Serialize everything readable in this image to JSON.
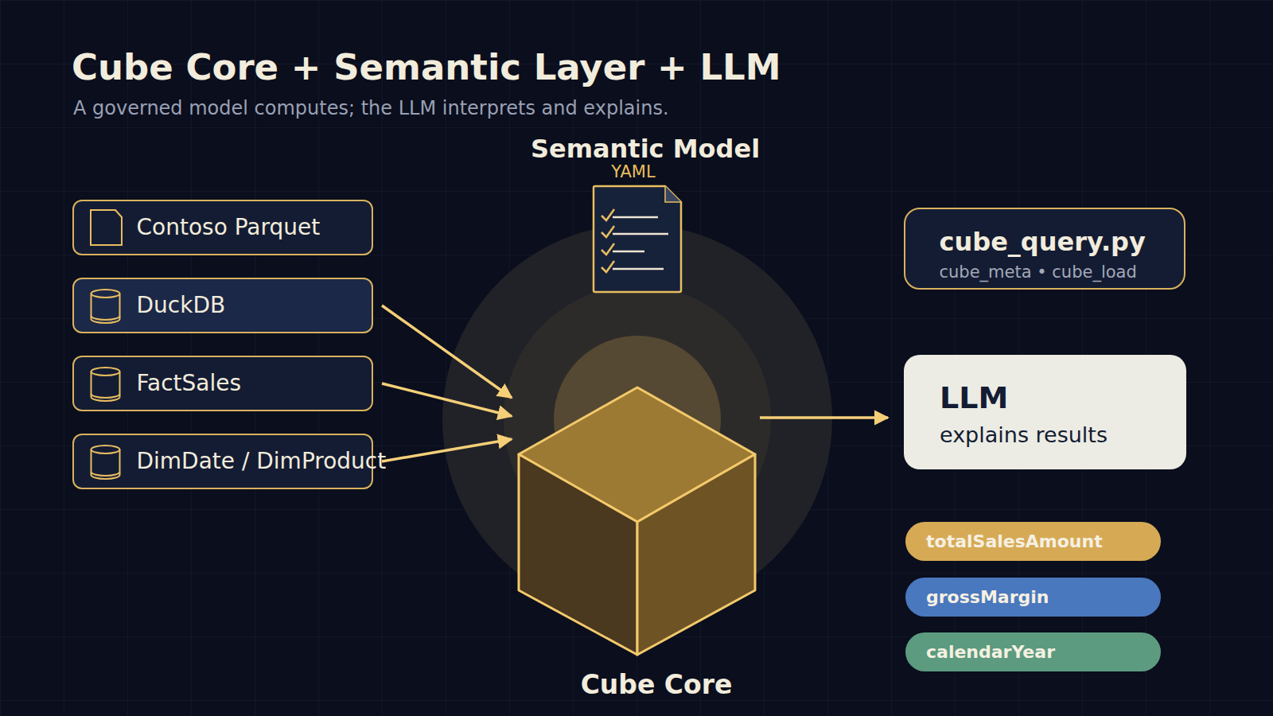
{
  "diagram": {
    "title": "Cube Core + Semantic Layer + LLM",
    "caption": "A governed model computes; the LLM interprets and explains.",
    "nodes": [
      {
        "text": [
          "Contoso Parquet"
        ]
      },
      {
        "text": [
          "DuckDB"
        ]
      },
      {
        "text": [
          "FactSales"
        ]
      },
      {
        "text": [
          "DimDate / DimProduct"
        ]
      },
      {
        "text": [
          "Semantic Model",
          "YAML"
        ]
      },
      {
        "text": [
          "Cube Core"
        ]
      },
      {
        "text": [
          "cube_query.py",
          "cube_meta • cube_load"
        ]
      },
      {
        "text": [
          "LLM",
          "explains results"
        ]
      },
      {
        "text": [
          "totalSalesAmount"
        ]
      },
      {
        "text": [
          "grossMargin"
        ]
      },
      {
        "text": [
          "calendarYear"
        ]
      }
    ],
    "edges": [
      {
        "from": 1,
        "to": 5,
        "arrow": "to"
      },
      {
        "from": 2,
        "to": 5,
        "arrow": "to"
      },
      {
        "from": 3,
        "to": 5,
        "arrow": "to"
      },
      {
        "from": 5,
        "to": 7,
        "arrow": "to"
      }
    ]
  }
}
